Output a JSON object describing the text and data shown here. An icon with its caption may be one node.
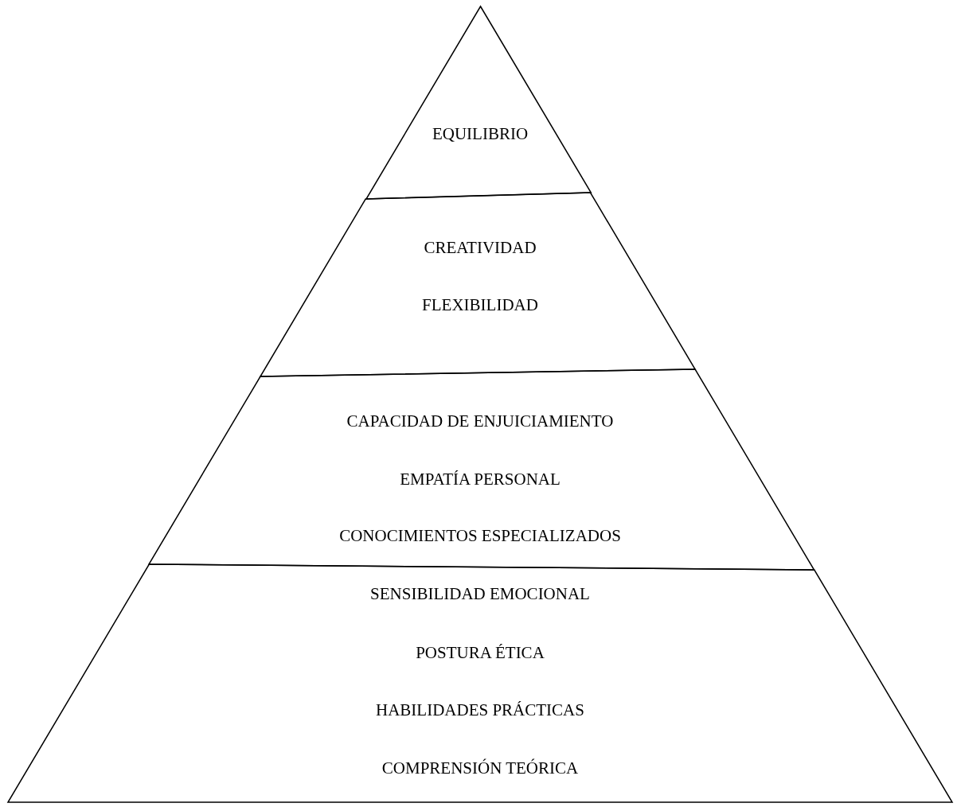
{
  "diagram": {
    "nodes": [
      {
        "text": [
          "EQUILIBRIO"
        ]
      },
      {
        "text": [
          "CREATIVIDAD",
          "FLEXIBILIDAD"
        ]
      },
      {
        "text": [
          "CAPACIDAD DE ENJUICIAMIENTO",
          "EMPATÍA PERSONAL",
          "CONOCIMIENTOS ESPECIALIZADOS"
        ]
      },
      {
        "text": [
          "SENSIBILIDAD EMOCIONAL",
          "POSTURA ÉTICA",
          "HABILIDADES PRÁCTICAS",
          "COMPRENSIÓN TEÓRICA"
        ]
      }
    ]
  }
}
